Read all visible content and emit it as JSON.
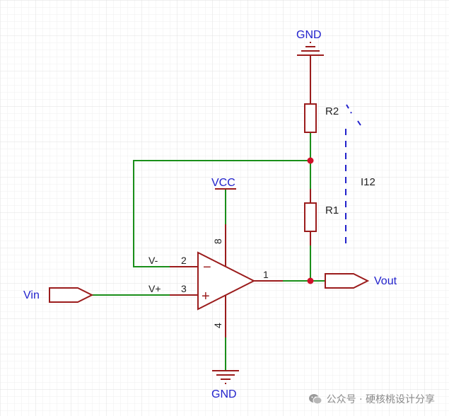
{
  "colors": {
    "wire": "#1a8f1a",
    "component": "#9b1c1c",
    "label": "#2222cc",
    "junction": "#d0102a",
    "text": "#222222",
    "grid": "#e6e6e6"
  },
  "labels": {
    "gnd_top": "GND",
    "gnd_bottom": "GND",
    "vcc": "VCC",
    "r1": "R1",
    "r2": "R2",
    "current": "I12",
    "vin": "Vin",
    "vout": "Vout",
    "v_minus": "V-",
    "v_plus": "V+",
    "pin_inv": "2",
    "pin_noninv": "3",
    "pin_out": "1",
    "pin_vcc": "8",
    "pin_gnd": "4",
    "minus_sign": "−",
    "plus_sign": "+"
  },
  "watermark": {
    "text": "公众号 · 硬核桃设计分享",
    "icon": "wechat-icon"
  }
}
